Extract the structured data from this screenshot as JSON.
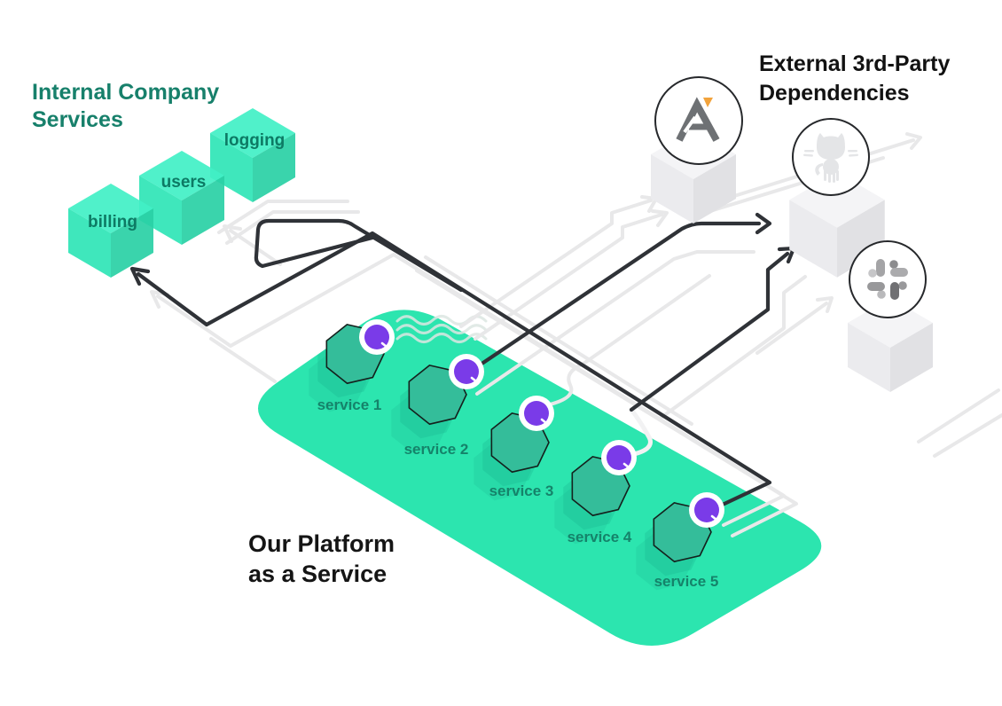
{
  "titles": {
    "internal": {
      "l1": "Internal Company",
      "l2": "Services"
    },
    "external": {
      "l1": "External 3rd-Party",
      "l2": "Dependencies"
    },
    "platform": {
      "l1": "Our Platform",
      "l2": "as a Service"
    }
  },
  "internal_services": [
    {
      "label": "billing"
    },
    {
      "label": "users"
    },
    {
      "label": "logging"
    }
  ],
  "platform_services": [
    {
      "label": "service 1"
    },
    {
      "label": "service 2"
    },
    {
      "label": "service 3"
    },
    {
      "label": "service 4"
    },
    {
      "label": "service 5"
    }
  ],
  "external_dependencies": [
    {
      "icon": "triangle-a-logo-icon",
      "accent_color": "#F2A33C"
    },
    {
      "icon": "github-octocat-icon"
    },
    {
      "icon": "slack-icon"
    }
  ],
  "colors": {
    "platform_teal": "#2CE5AF",
    "cube_teal_top": "#41F0C6",
    "cube_teal_left": "#2FE5B6",
    "cube_teal_right": "#29D0A5",
    "cube_gray_top": "#F4F4F6",
    "cube_gray_left": "#EBEBEE",
    "cube_gray_right": "#E1E1E4",
    "heptagon_fill": "#34BD9A",
    "service_dot_purple": "#7A3BE8",
    "dark_arrow": "#2F3237",
    "gray_arrow": "#E8E8E9",
    "internal_title_teal": "#17806B"
  }
}
